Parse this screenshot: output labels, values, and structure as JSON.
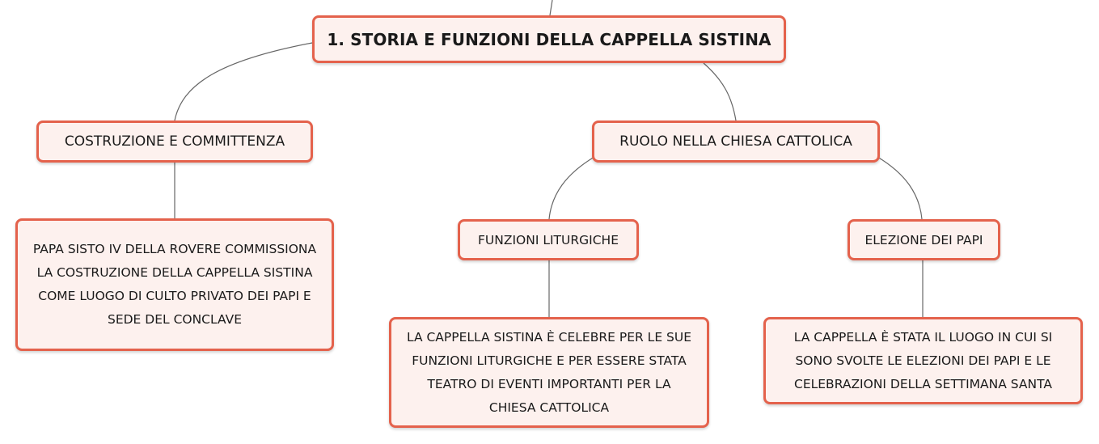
{
  "diagram": {
    "root": {
      "label": "1. STORIA E FUNZIONI DELLA CAPPELLA SISTINA"
    },
    "branches": {
      "costruzione": {
        "label": "COSTRUZIONE E COMMITTENZA",
        "detail": [
          "PAPA SISTO IV DELLA ROVERE COMMISSIONA",
          "LA COSTRUZIONE DELLA CAPPELLA SISTINA",
          "COME LUOGO DI CULTO PRIVATO DEI PAPI E",
          "SEDE DEL CONCLAVE"
        ]
      },
      "ruolo": {
        "label": "RUOLO NELLA CHIESA CATTOLICA",
        "children": {
          "funzioni": {
            "label": "FUNZIONI LITURGICHE",
            "detail": [
              "LA CAPPELLA SISTINA È CELEBRE PER LE SUE",
              "FUNZIONI LITURGICHE E PER ESSERE STATA",
              "TEATRO DI EVENTI IMPORTANTI PER LA",
              "CHIESA CATTOLICA"
            ]
          },
          "elezione": {
            "label": "ELEZIONE DEI PAPI",
            "detail": [
              "LA CAPPELLA È STATA IL LUOGO IN CUI SI",
              "SONO SVOLTE LE ELEZIONI DEI PAPI E LE",
              "CELEBRAZIONI DELLA SETTIMANA SANTA"
            ]
          }
        }
      }
    },
    "colors": {
      "node_border": "#e4624c",
      "node_fill": "#fdf1ee",
      "connector": "#666666",
      "text": "#1a1a1a"
    }
  }
}
